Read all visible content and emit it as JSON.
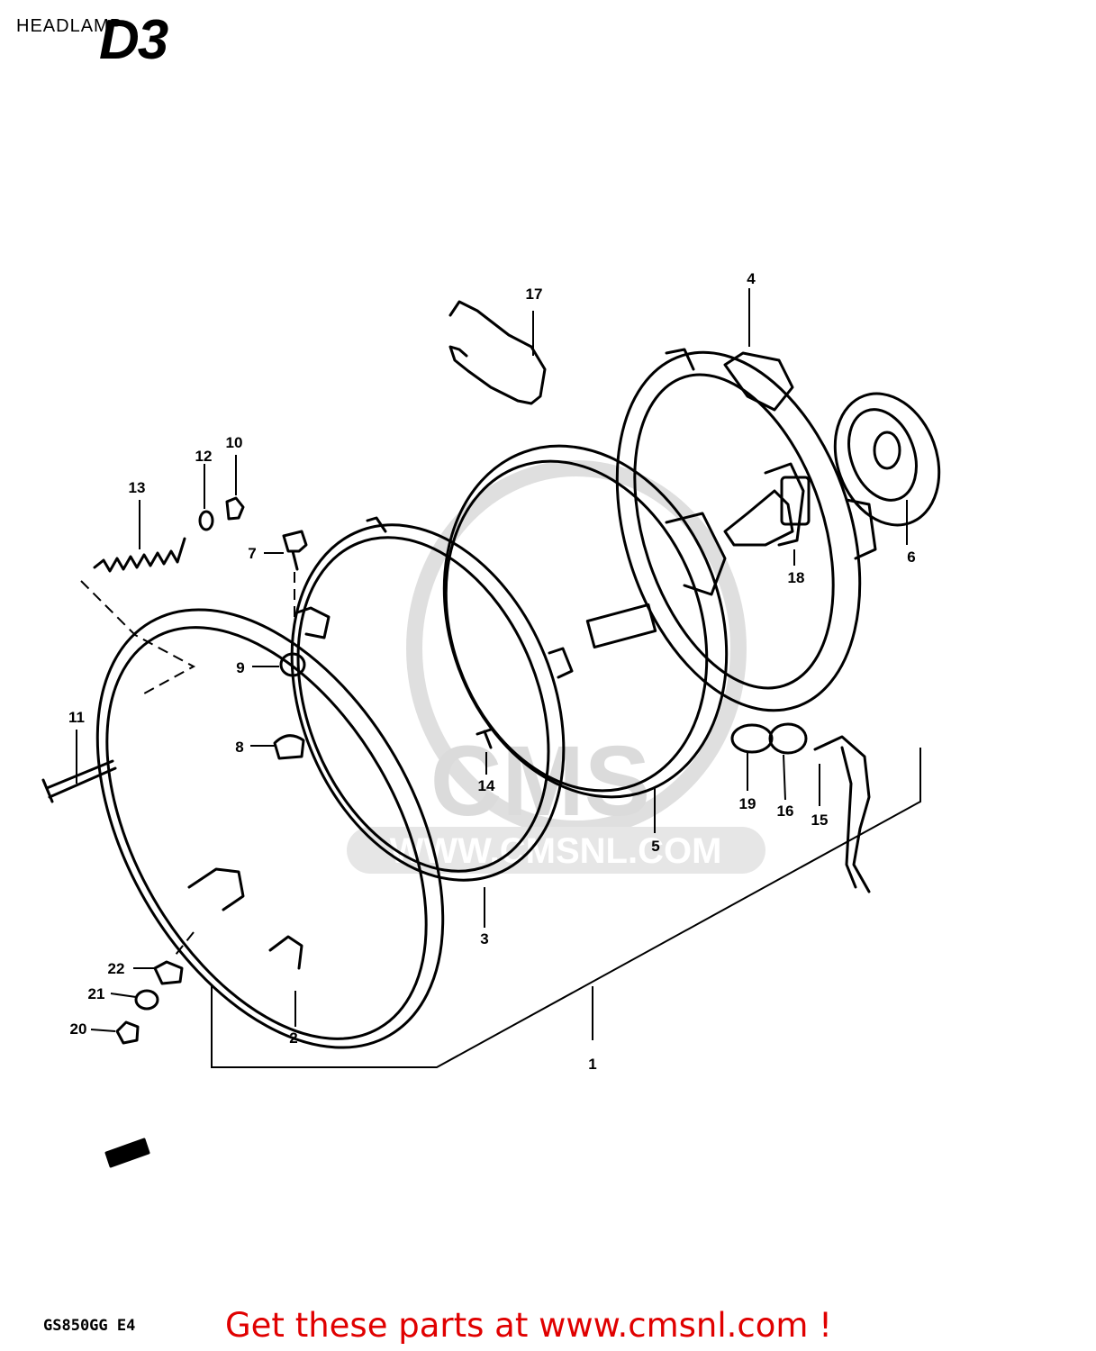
{
  "title": "HEADLAMP",
  "badge": "D3",
  "model_code": "GS850GG  E4",
  "cta": "Get these parts at www.cmsnl.com !",
  "watermark": {
    "logo": "CMS",
    "url": "WWW.CMSNL.COM"
  },
  "part_numbers": [
    "1",
    "2",
    "3",
    "4",
    "5",
    "6",
    "7",
    "8",
    "9",
    "10",
    "11",
    "12",
    "13",
    "14",
    "15",
    "16",
    "17",
    "18",
    "19",
    "20",
    "21",
    "22"
  ],
  "colors": {
    "line": "#000000",
    "cta": "#e00000",
    "watermark": "#d8d8d8"
  }
}
